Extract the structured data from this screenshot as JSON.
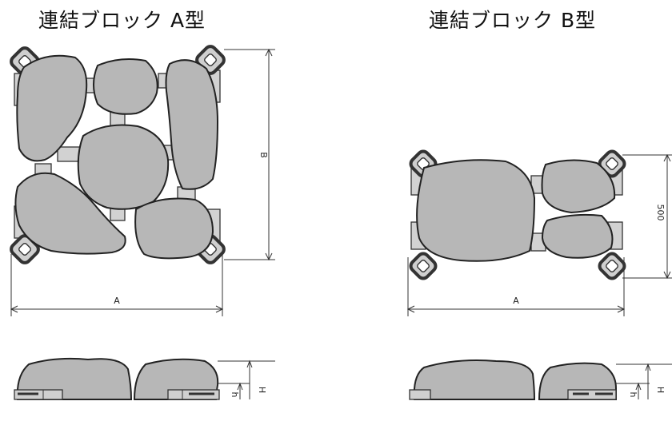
{
  "titles": {
    "type_a": "連結ブロック A型",
    "type_b": "連結ブロック B型"
  },
  "dimensions": {
    "a_width": "A",
    "a_height": "B",
    "b_width": "A",
    "b_height": "500",
    "a_side_total": "H",
    "a_side_base": "h",
    "b_side_total": "H",
    "b_side_base": "h"
  }
}
